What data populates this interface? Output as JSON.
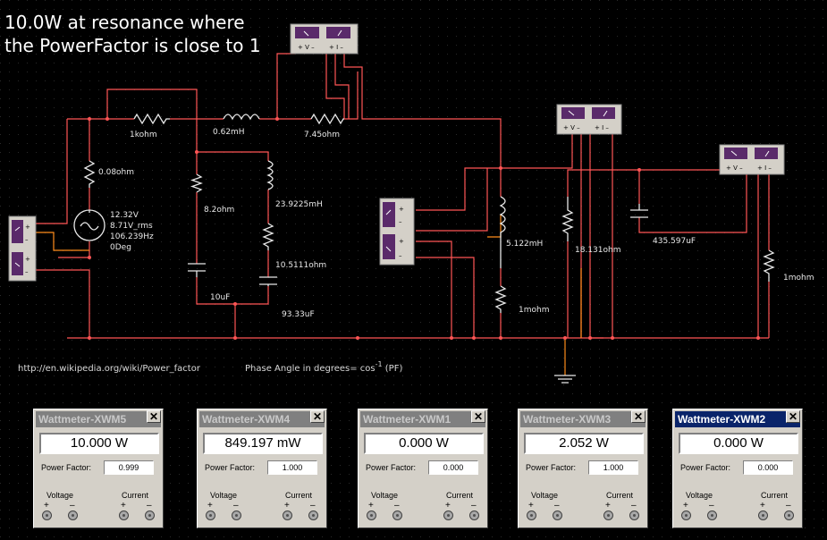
{
  "title": {
    "line1": "10.0W at resonance where",
    "line2": "the PowerFactor is close to 1"
  },
  "labels": {
    "r_1kohm": "1kohm",
    "l_062": "0.62mH",
    "r_745": "7.45ohm",
    "r_008": "0.08ohm",
    "src_v": "12.32V",
    "src_rms": "8.71V_rms",
    "src_f": "106.239Hz",
    "src_deg": "0Deg",
    "r_82": "8.2ohm",
    "l_239": "23.9225mH",
    "r_1051": "10.5111ohm",
    "c_10u": "10uF",
    "c_9333": "93.33uF",
    "l_5122": "5.122mH",
    "r_1mohm_a": "1mohm",
    "r_18131": "18.131ohm",
    "c_435": "435.597uF",
    "r_1mohm_b": "1mohm"
  },
  "url_note": "http://en.wikipedia.org/wiki/Power_factor",
  "phase_note": {
    "text": "Phase Angle in degrees= cos",
    "sup": "-1",
    "tail": " (PF)"
  },
  "colors": {
    "wire": "#ff5555",
    "wire_orange": "#ff8c1a",
    "component": "#e8e8e8",
    "background": "#000000",
    "grid": "#2a2a2a"
  },
  "wattmeters": [
    {
      "title": "Wattmeter-XWM5",
      "reading": "10.000 W",
      "pf_label": "Power Factor:",
      "pf": "0.999",
      "voltage": "Voltage",
      "current": "Current",
      "active": false
    },
    {
      "title": "Wattmeter-XWM4",
      "reading": "849.197 mW",
      "pf_label": "Power Factor:",
      "pf": "1.000",
      "voltage": "Voltage",
      "current": "Current",
      "active": false
    },
    {
      "title": "Wattmeter-XWM1",
      "reading": "0.000 W",
      "pf_label": "Power Factor:",
      "pf": "0.000",
      "voltage": "Voltage",
      "current": "Current",
      "active": false
    },
    {
      "title": "Wattmeter-XWM3",
      "reading": "2.052 W",
      "pf_label": "Power Factor:",
      "pf": "1.000",
      "voltage": "Voltage",
      "current": "Current",
      "active": false
    },
    {
      "title": "Wattmeter-XWM2",
      "reading": "0.000 W",
      "pf_label": "Power Factor:",
      "pf": "0.000",
      "voltage": "Voltage",
      "current": "Current",
      "active": true
    }
  ],
  "terminal_signs": {
    "plus": "+",
    "minus": "–"
  },
  "close_glyph": "✕"
}
